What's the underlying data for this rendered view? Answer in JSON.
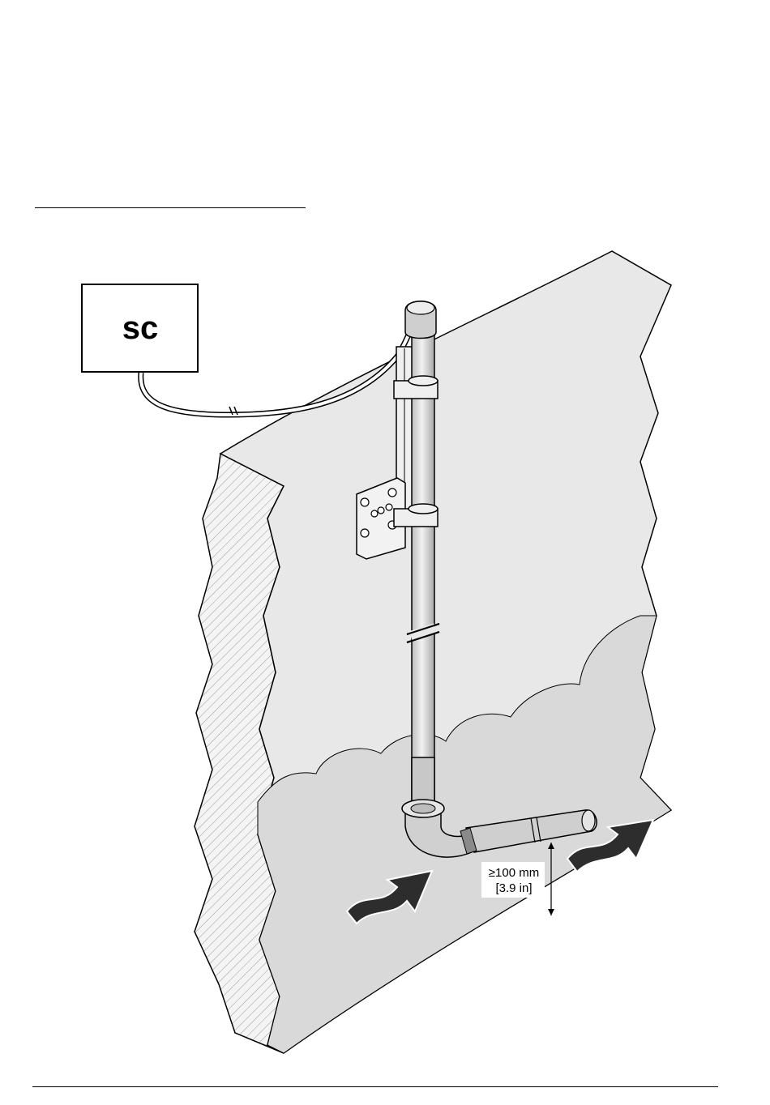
{
  "controller": {
    "label": "sc"
  },
  "dimension": {
    "line1": "≥100 mm",
    "line2": "[3.9 in]"
  },
  "colors": {
    "wall_top": "#e8e8e8",
    "water": "#d9d9d9",
    "wall_side": "#f2f2f2",
    "hatch": "#9a9a9a",
    "pipe": "#d4d4d4",
    "outline": "#000000",
    "arrow": "#2d2d2d"
  }
}
